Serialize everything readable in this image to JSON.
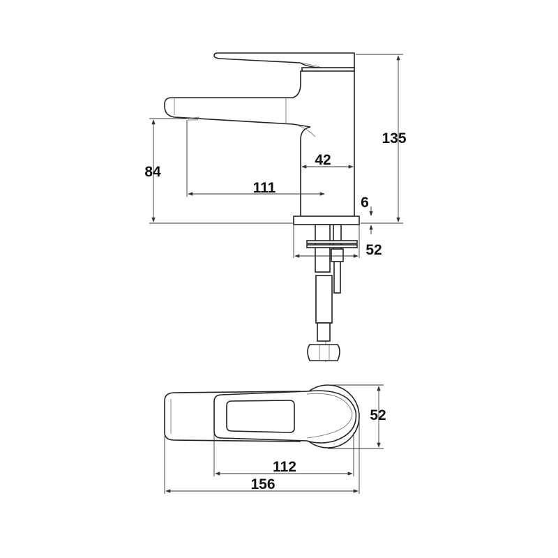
{
  "drawing": {
    "side_view": {
      "dimensions": {
        "total_height": "135",
        "spout_height": "84",
        "spout_reach": "111",
        "body_diameter": "42",
        "flange_thickness": "6",
        "flange_diameter": "52"
      }
    },
    "top_view": {
      "dimensions": {
        "width": "52",
        "lever_length": "112",
        "total_length": "156"
      }
    },
    "line_color": "#222222"
  }
}
